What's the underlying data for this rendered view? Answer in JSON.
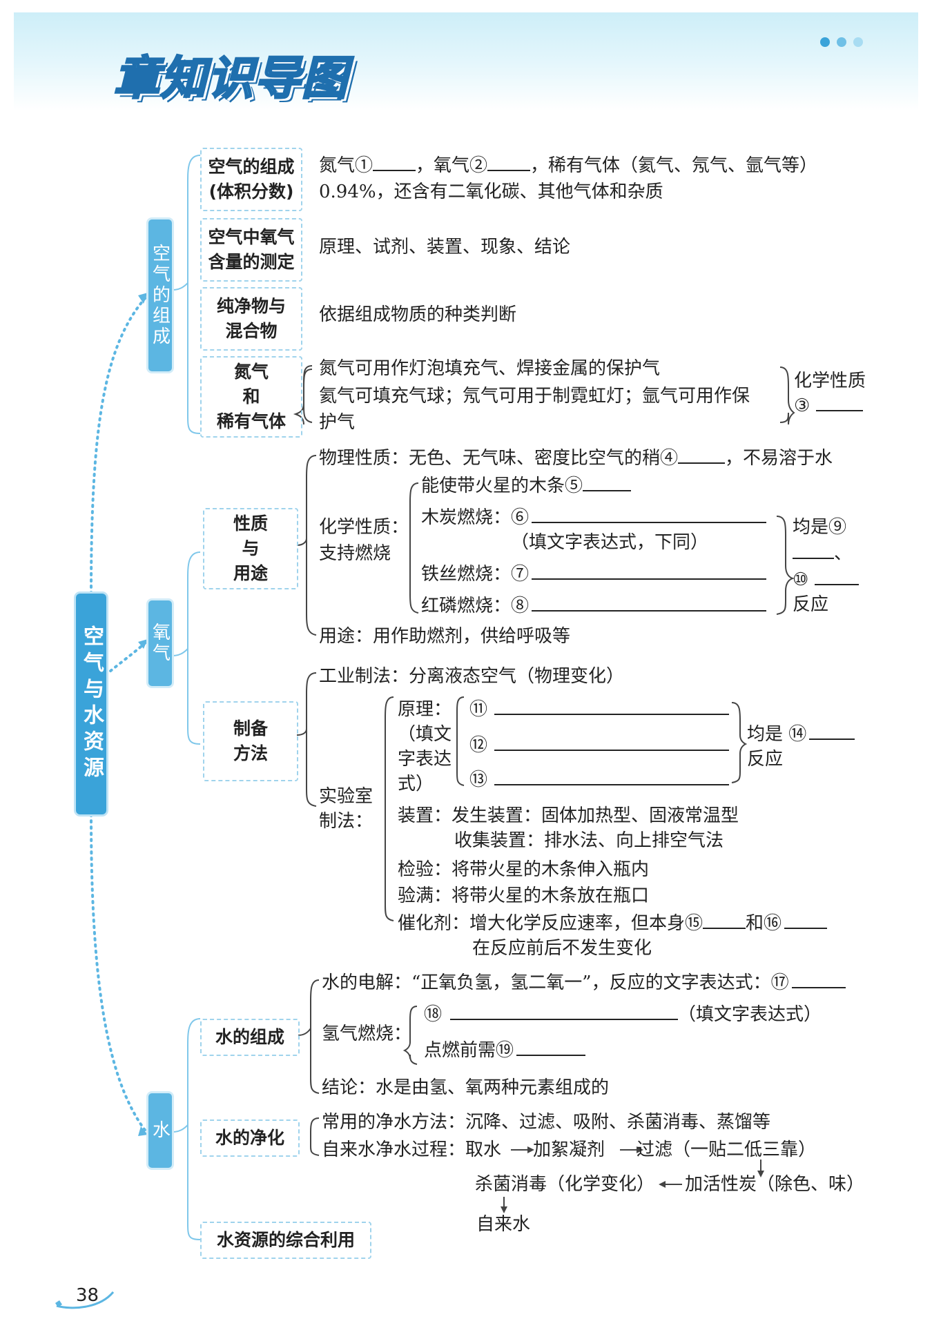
{
  "header": {
    "title": "章知识导图",
    "dot_colors": [
      "#3aa3d9",
      "#6fc0e6",
      "#a8dcf2"
    ]
  },
  "root": {
    "label": "空气与水资源"
  },
  "sections": {
    "air": {
      "label": "空气的组成",
      "composition": {
        "box": [
          "空气的组成",
          "(体积分数)"
        ],
        "line1_a": "氮气①",
        "line1_b": "，氧气②",
        "line1_c": "，稀有气体（氦气、氖气、氩气等）",
        "line2": "0.94%，还含有二氧化碳、其他气体和杂质"
      },
      "oxygen_measure": {
        "box": [
          "空气中氧气",
          "含量的测定"
        ],
        "text": "原理、试剂、装置、现象、结论"
      },
      "pure_mixture": {
        "box": [
          "纯净物与",
          "混合物"
        ],
        "text": "依据组成物质的种类判断"
      },
      "nitrogen": {
        "box": [
          "氮气",
          "和",
          "稀有气体"
        ],
        "line1": "氮气可用作灯泡填充气、焊接金属的保护气",
        "line2": "氦气可填充气球；氖气可用于制霓虹灯；氩气可用作保",
        "line3": "护气",
        "side1": "化学性质",
        "side2": "③"
      }
    },
    "oxygen": {
      "label": "氧气",
      "props": {
        "box": [
          "性质",
          "与",
          "用途"
        ],
        "physical_a": "物理性质：无色、无气味、密度比空气的稍④",
        "physical_b": "，不易溶于水",
        "chem_label1": "化学性质：",
        "chem_label2": "支持燃烧",
        "reaction5": "能使带火星的木条⑤",
        "charcoal": "木炭燃烧：⑥",
        "charcoal_note": "（填文字表达式，下同）",
        "iron": "铁丝燃烧：⑦",
        "phosphorus": "红磷燃烧：⑧",
        "side1": "均是⑨",
        "side2": "、",
        "side3": "⑩",
        "side4": "反应",
        "use": "用途：用作助燃剂，供给呼吸等"
      },
      "prep": {
        "box": [
          "制备",
          "方法"
        ],
        "industrial": "工业制法：分离液态空气（物理变化）",
        "lab1": "实验室",
        "lab2": "制法：",
        "principle": [
          "原理：",
          "（填文",
          "字表达",
          "式）"
        ],
        "n11": "⑪",
        "n12": "⑫",
        "n13": "⑬",
        "side1": "均是 ⑭",
        "side2": "反应",
        "device1": "装置：发生装置：固体加热型、固液常温型",
        "device2": "收集装置：排水法、向上排空气法",
        "test": "检验：将带火星的木条伸入瓶内",
        "full": "验满：将带火星的木条放在瓶口",
        "catalyst_a": "催化剂：增大化学反应速率，但本身⑮",
        "catalyst_b": "和⑯",
        "catalyst_c": "在反应前后不发生变化"
      }
    },
    "water": {
      "label": "水",
      "composition": {
        "box": "水的组成",
        "electrolysis": "水的电解：“正氧负氢，氢二氧一”，反应的文字表达式：⑰",
        "h_label": "氢气燃烧：",
        "n18": "⑱",
        "n18_note": "（填文字表达式）",
        "ignite": "点燃前需⑲",
        "conclusion": "结论：水是由氢、氧两种元素组成的"
      },
      "purify": {
        "box": "水的净化",
        "methods": "常用的净水方法：沉降、过滤、吸附、杀菌消毒、蒸馏等",
        "process_a": "自来水净水过程：取水",
        "process_b": "加絮凝剂",
        "process_c": "过滤（一贴二低三靠）",
        "disinfect": "杀菌消毒（化学变化）",
        "carbon": "加活性炭（除色、味）",
        "tap": "自来水"
      },
      "resources": {
        "box": "水资源的综合利用"
      }
    }
  },
  "page_number": "38"
}
